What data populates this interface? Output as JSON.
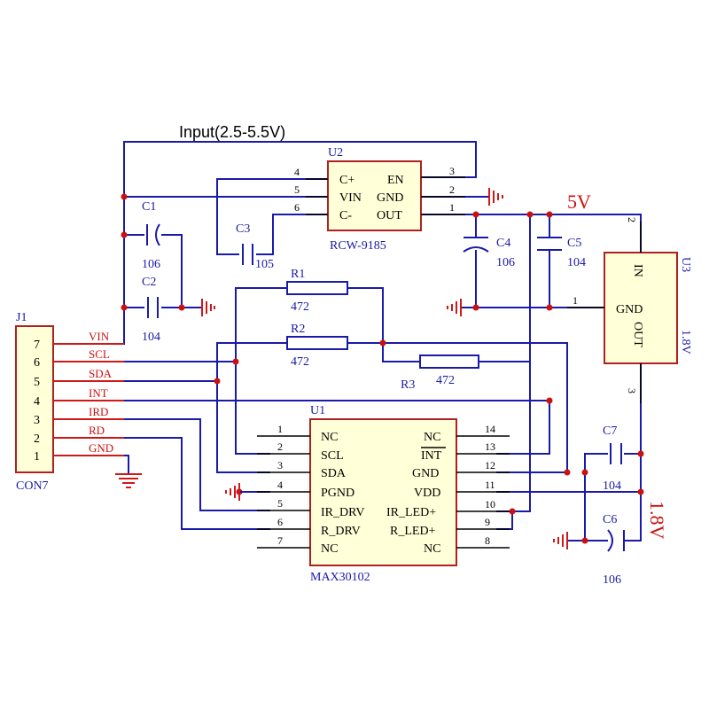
{
  "title": "Input(2.5-5.5V)",
  "rails": {
    "v5": "5V",
    "v18": "1.8V",
    "v18_u3": "1.8V"
  },
  "u2": {
    "ref": "U2",
    "part": "RCW-9185",
    "left_pins": [
      {
        "num": "4",
        "name": "C+"
      },
      {
        "num": "5",
        "name": "VIN"
      },
      {
        "num": "6",
        "name": "C-"
      }
    ],
    "right_pins": [
      {
        "num": "3",
        "name": "EN"
      },
      {
        "num": "2",
        "name": "GND"
      },
      {
        "num": "1",
        "name": "OUT"
      }
    ]
  },
  "u3": {
    "ref": "U3",
    "pins": [
      {
        "num": "2",
        "name": "IN"
      },
      {
        "num": "1",
        "name": "GND"
      },
      {
        "num": "3",
        "name": "OUT"
      }
    ]
  },
  "u1": {
    "ref": "U1",
    "part": "MAX30102",
    "left_pins": [
      {
        "num": "1",
        "name": "NC"
      },
      {
        "num": "2",
        "name": "SCL"
      },
      {
        "num": "3",
        "name": "SDA"
      },
      {
        "num": "4",
        "name": "PGND"
      },
      {
        "num": "5",
        "name": "IR_DRV"
      },
      {
        "num": "6",
        "name": "R_DRV"
      },
      {
        "num": "7",
        "name": "NC"
      }
    ],
    "right_pins": [
      {
        "num": "14",
        "name": "NC"
      },
      {
        "num": "13",
        "name": "INT"
      },
      {
        "num": "12",
        "name": "GND"
      },
      {
        "num": "11",
        "name": "VDD"
      },
      {
        "num": "10",
        "name": "IR_LED+"
      },
      {
        "num": "9",
        "name": "R_LED+"
      },
      {
        "num": "8",
        "name": "NC"
      }
    ]
  },
  "j1": {
    "ref": "J1",
    "part": "CON7",
    "pins": [
      {
        "num": "7",
        "name": "VIN"
      },
      {
        "num": "6",
        "name": "SCL"
      },
      {
        "num": "5",
        "name": "SDA"
      },
      {
        "num": "4",
        "name": "INT"
      },
      {
        "num": "3",
        "name": "IRD"
      },
      {
        "num": "2",
        "name": "RD"
      },
      {
        "num": "1",
        "name": "GND"
      }
    ]
  },
  "resistors": [
    {
      "ref": "R1",
      "value": "472"
    },
    {
      "ref": "R2",
      "value": "472"
    },
    {
      "ref": "R3",
      "value": "472"
    }
  ],
  "capacitors": [
    {
      "ref": "C1",
      "value": "106"
    },
    {
      "ref": "C2",
      "value": "104"
    },
    {
      "ref": "C3",
      "value": "105"
    },
    {
      "ref": "C4",
      "value": "106"
    },
    {
      "ref": "C5",
      "value": "104"
    },
    {
      "ref": "C6",
      "value": "106"
    },
    {
      "ref": "C7",
      "value": "104"
    }
  ],
  "colors": {
    "wire": "#1a1aa8",
    "label": "#cc1010",
    "chip_fill": "#ffffd8"
  }
}
